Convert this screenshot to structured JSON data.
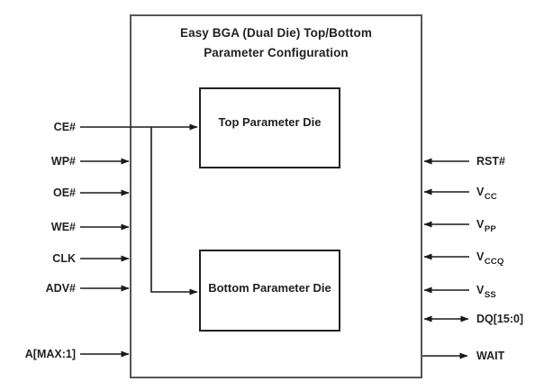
{
  "diagram": {
    "title_line1": "Easy BGA (Dual Die) Top/Bottom",
    "title_line2": "Parameter Configuration",
    "top_die_label": "Top Parameter Die",
    "bottom_die_label": "Bottom Parameter Die"
  },
  "signals": {
    "left": [
      {
        "label": "CE#",
        "direction": "input",
        "connects_to": "top-die and bottom-die"
      },
      {
        "label": "WP#",
        "direction": "input"
      },
      {
        "label": "OE#",
        "direction": "input"
      },
      {
        "label": "WE#",
        "direction": "input"
      },
      {
        "label": "CLK",
        "direction": "input"
      },
      {
        "label": "ADV#",
        "direction": "input"
      },
      {
        "label": "A[MAX:1]",
        "direction": "input"
      }
    ],
    "right": [
      {
        "label": "RST#",
        "sub": "",
        "direction": "input"
      },
      {
        "label": "V",
        "sub": "CC",
        "direction": "input"
      },
      {
        "label": "V",
        "sub": "PP",
        "direction": "input"
      },
      {
        "label": "V",
        "sub": "CCQ",
        "direction": "input"
      },
      {
        "label": "V",
        "sub": "SS",
        "direction": "input"
      },
      {
        "label": "DQ[15:0]",
        "sub": "",
        "direction": "bidirectional"
      },
      {
        "label": "WAIT",
        "sub": "",
        "direction": "output"
      }
    ]
  },
  "colors": {
    "background": "#ffffff",
    "outer_border": "#55565a",
    "inner_border": "#231f20",
    "line": "#1a1a1a",
    "text": "#231f20"
  }
}
